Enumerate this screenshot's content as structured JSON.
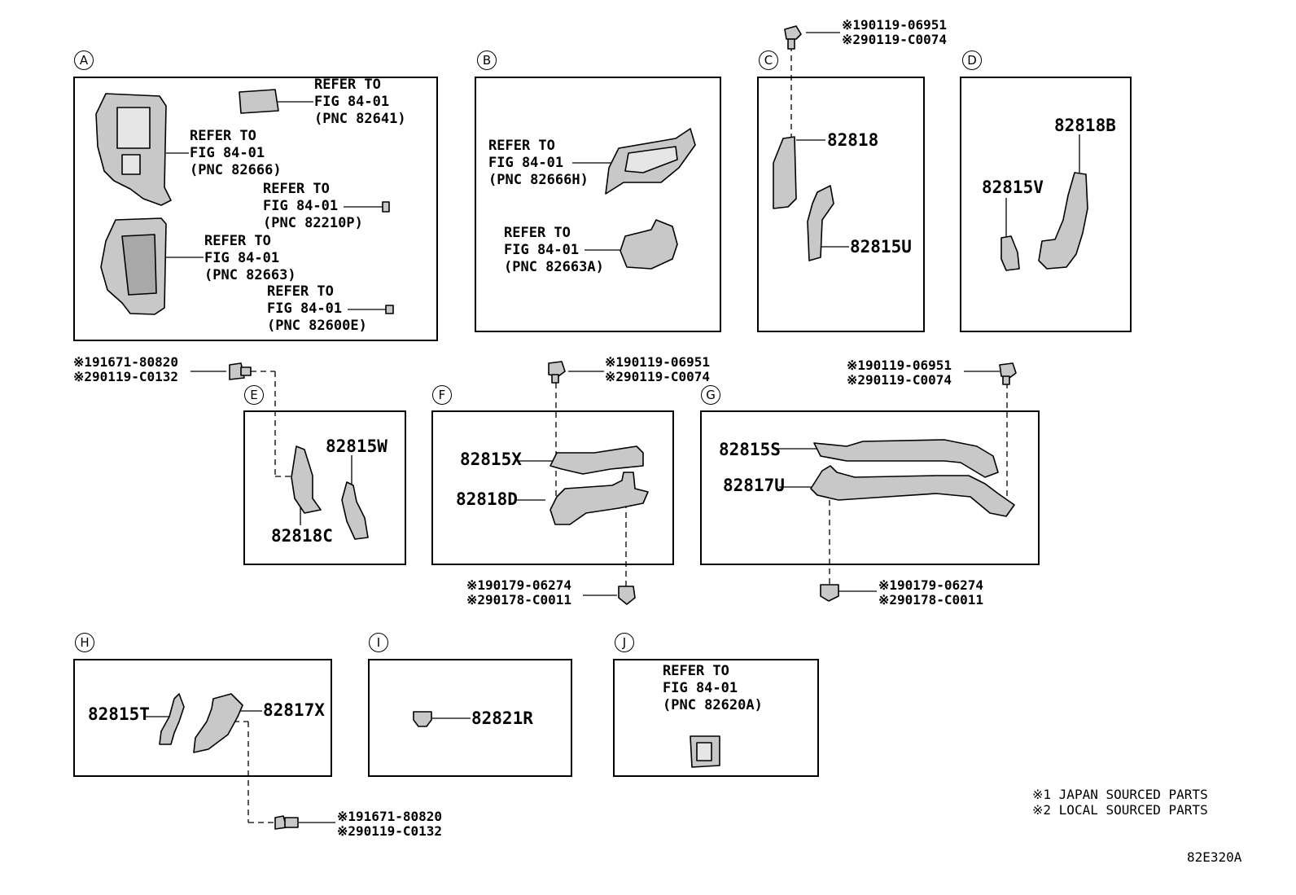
{
  "sections": {
    "A": {
      "letter": "A",
      "ref1": [
        "REFER TO",
        "FIG 84-01",
        "(PNC 82641)"
      ],
      "ref2": [
        "REFER TO",
        "FIG 84-01",
        "(PNC 82666)"
      ],
      "ref3": [
        "REFER TO",
        "FIG 84-01",
        "(PNC 82210P)"
      ],
      "ref4": [
        "REFER TO",
        "FIG 84-01",
        "(PNC 82663)"
      ],
      "ref5": [
        "REFER TO",
        "FIG 84-01",
        "(PNC 82600E)"
      ]
    },
    "B": {
      "letter": "B",
      "ref1": [
        "REFER TO",
        "FIG 84-01",
        "(PNC 82666H)"
      ],
      "ref2": [
        "REFER TO",
        "FIG 84-01",
        "(PNC 82663A)"
      ]
    },
    "C": {
      "letter": "C",
      "parts": [
        "82818",
        "82815U"
      ]
    },
    "D": {
      "letter": "D",
      "parts": [
        "82818B",
        "82815V"
      ]
    },
    "E": {
      "letter": "E",
      "parts": [
        "82815W",
        "82818C"
      ]
    },
    "F": {
      "letter": "F",
      "parts": [
        "82815X",
        "82818D"
      ]
    },
    "G": {
      "letter": "G",
      "parts": [
        "82815S",
        "82817U"
      ]
    },
    "H": {
      "letter": "H",
      "parts": [
        "82815T",
        "82817X"
      ]
    },
    "I": {
      "letter": "I",
      "parts": [
        "82821R"
      ]
    },
    "J": {
      "letter": "J",
      "ref": [
        "REFER TO",
        "FIG 84-01",
        "(PNC 82620A)"
      ]
    }
  },
  "fasteners": {
    "c_top": [
      "※190119-06951",
      "※290119-C0074"
    ],
    "e_left": [
      "※191671-80820",
      "※290119-C0132"
    ],
    "f_top": [
      "※190119-06951",
      "※290119-C0074"
    ],
    "g_top": [
      "※190119-06951",
      "※290119-C0074"
    ],
    "f_bottom": [
      "※190179-06274",
      "※290178-C0011"
    ],
    "g_bottom": [
      "※190179-06274",
      "※290178-C0011"
    ],
    "h_bottom": [
      "※191671-80820",
      "※290119-C0132"
    ]
  },
  "legend": [
    "※1 JAPAN SOURCED PARTS",
    "※2 LOCAL SOURCED PARTS"
  ],
  "figure_code": "82E320A"
}
